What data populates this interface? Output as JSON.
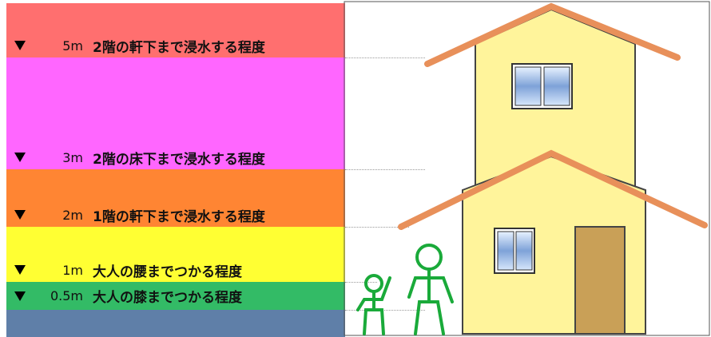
{
  "levels": [
    {
      "depth": "5m",
      "text": "2階の軒下まで浸水する程度",
      "color": "#ff6f6f"
    },
    {
      "depth": "3m",
      "text": "2階の床下まで浸水する程度",
      "color": "#ff66ff"
    },
    {
      "depth": "2m",
      "text": "1階の軒下まで浸水する程度",
      "color": "#ff8533"
    },
    {
      "depth": "1m",
      "text": "大人の腰までつかる程度",
      "color": "#ffff33"
    },
    {
      "depth": "0.5m",
      "text": "大人の膝までつかる程度",
      "color": "#33bb66"
    }
  ],
  "ground_color": "#5f7fa8",
  "house": {
    "wall_color": "#fff49b",
    "roof_color": "#e8905a",
    "door_color": "#c9a057"
  },
  "figure_color": "#1aaa3a"
}
